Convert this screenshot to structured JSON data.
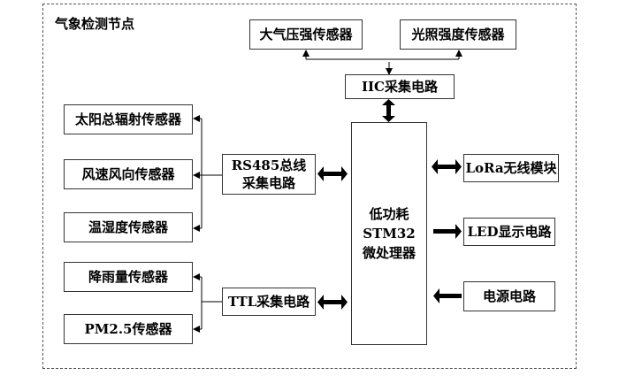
{
  "title": "气象检测节点",
  "sensors_top": {
    "pressure": "大气压强传感器",
    "light": "光照强度传感器"
  },
  "iic": "IIC采集电路",
  "sensors_left": {
    "radiation": "太阳总辐射传感器",
    "wind_speed": "风速风向传感器",
    "temp_humidity": "温湿度传感器",
    "rainfall": "降雨量传感器",
    "pm25": "PM2.5传感器"
  },
  "rs485": {
    "line1": "RS485总线",
    "line2": "采集电路"
  },
  "ttl": "TTL采集电路",
  "mcu": {
    "line1": "低功耗",
    "line2": "STM32",
    "line3": "微处理器"
  },
  "right_modules": {
    "lora": "LoRa无线模块",
    "led": "LED显示电路",
    "power": "电源电路"
  }
}
